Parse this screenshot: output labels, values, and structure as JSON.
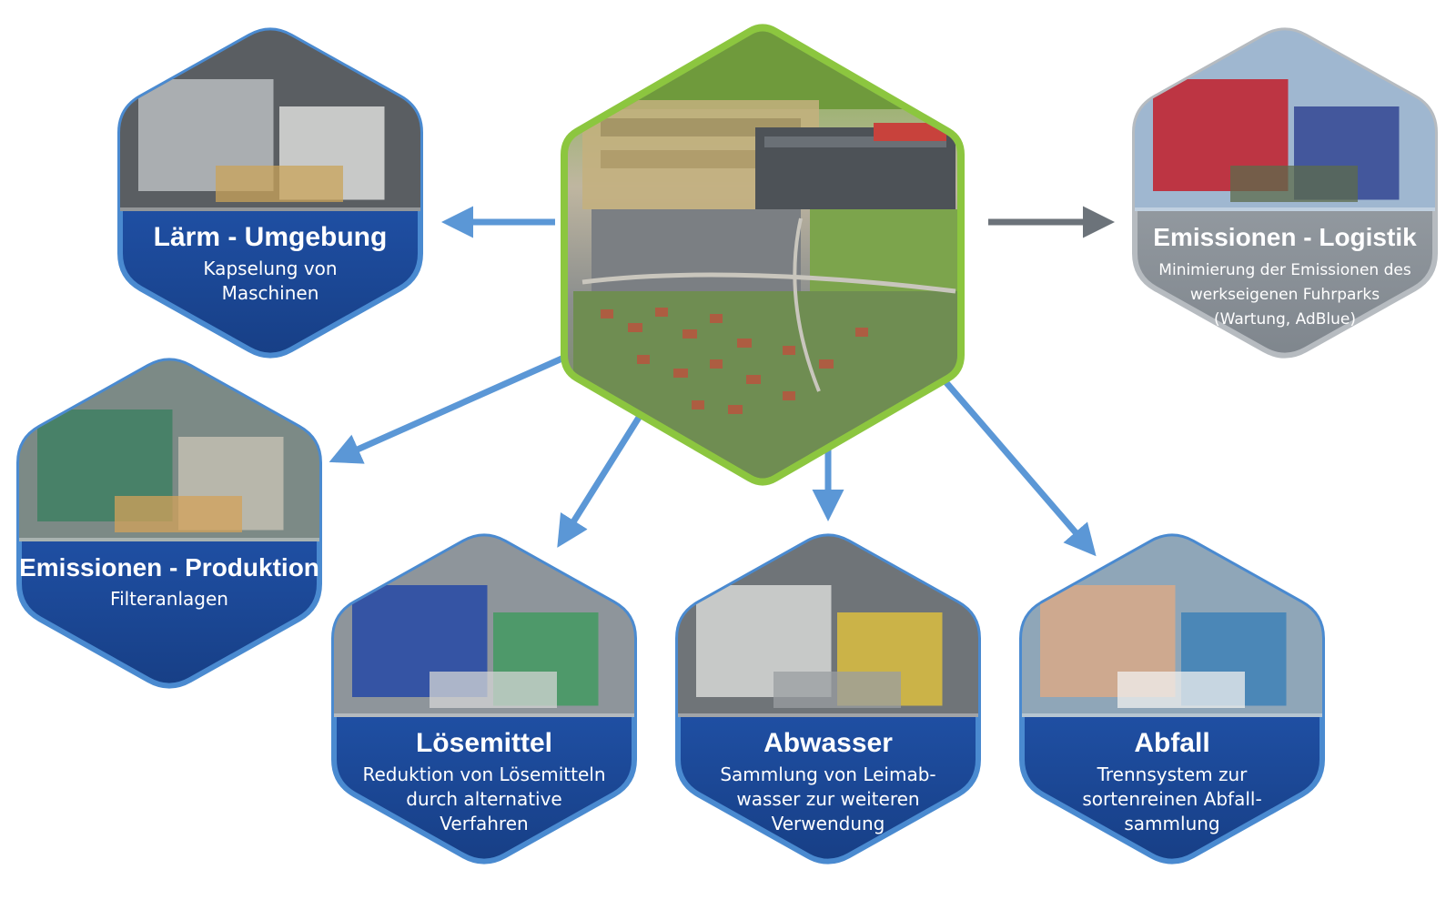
{
  "colors": {
    "primary_blue": "#1f4fa3",
    "blue_dark": "#143a7e",
    "blue_light": "#4a8ad0",
    "hub_green": "#8cc63f",
    "logistics_gray": "#8e959c",
    "arrow_blue": "#5b97d6",
    "arrow_gray": "#6c737a"
  },
  "hub": {
    "photo": "aerial-view-of-factory-site"
  },
  "nodes": [
    {
      "id": "laerm",
      "theme": "blue",
      "photo": "machine-hall",
      "title": "Lärm - Umgebung",
      "desc": [
        "Kapselung von",
        "Maschinen"
      ]
    },
    {
      "id": "logistik",
      "theme": "gray",
      "photo": "red-truck",
      "title": "Emissionen - Logistik",
      "desc": [
        "Minimierung der Emissionen des",
        "werkseigenen Fuhrparks",
        "(Wartung, AdBlue)"
      ]
    },
    {
      "id": "produktion",
      "theme": "blue",
      "photo": "filter-plant",
      "title": "Emissionen - Produktion",
      "desc": [
        "Filteranlagen"
      ]
    },
    {
      "id": "loesemittel",
      "theme": "blue",
      "photo": "worker-with-gloves",
      "title": "Lösemittel",
      "desc": [
        "Reduktion von Lösemitteln",
        "durch alternative",
        "Verfahren"
      ]
    },
    {
      "id": "abwasser",
      "theme": "blue",
      "photo": "water-tanks",
      "title": "Abwasser",
      "desc": [
        "Sammlung von Leimab-",
        "wasser zur weiteren",
        "Verwendung"
      ]
    },
    {
      "id": "abfall",
      "theme": "blue",
      "photo": "waste-station",
      "title": "Abfall",
      "desc": [
        "Trennsystem zur",
        "sortenreinen Abfall-",
        "sammlung"
      ]
    }
  ]
}
